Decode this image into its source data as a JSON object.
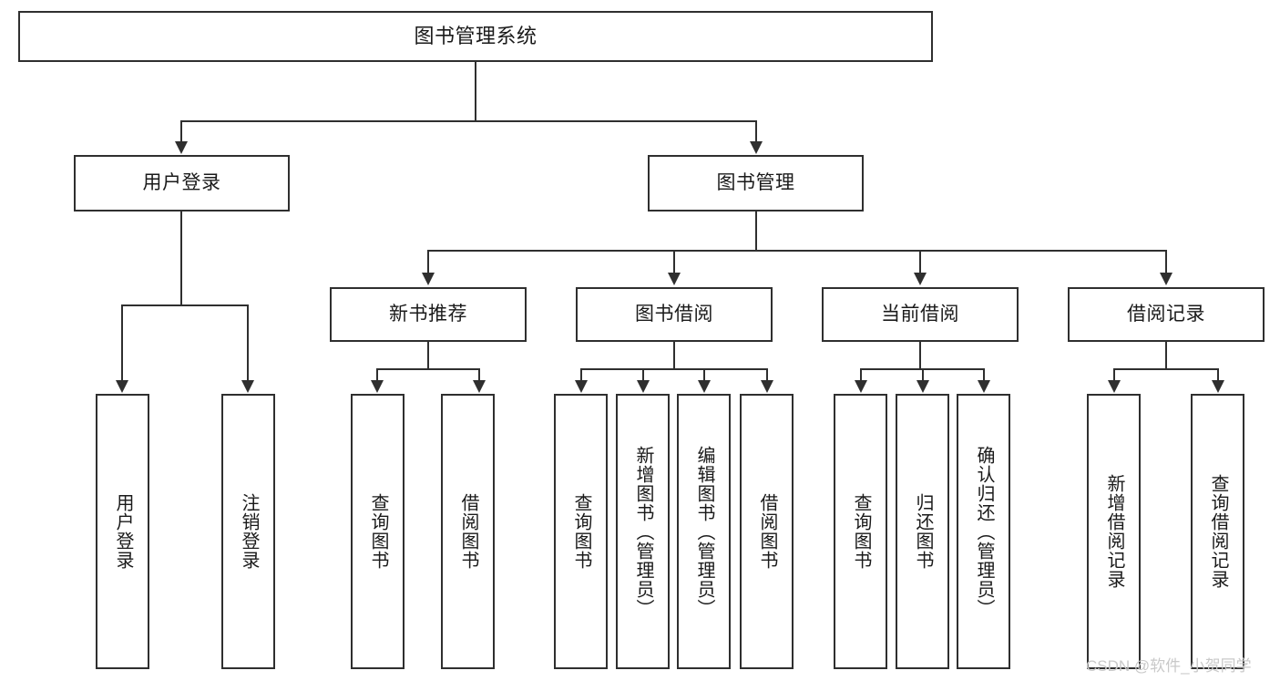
{
  "diagram": {
    "title": "图书管理系统",
    "type": "tree-hierarchy-diagram",
    "colors": {
      "stroke": "#2f2f2f",
      "fill": "#ffffff",
      "text": "#1a1a1a",
      "watermark": "#c9c9c9"
    },
    "levels": {
      "root": {
        "label": "图书管理系统"
      },
      "level2": [
        {
          "label": "用户登录"
        },
        {
          "label": "图书管理"
        }
      ],
      "level3": [
        {
          "label": "新书推荐"
        },
        {
          "label": "图书借阅"
        },
        {
          "label": "当前借阅"
        },
        {
          "label": "借阅记录"
        }
      ],
      "leaves_user_login": [
        {
          "label": "用户登录"
        },
        {
          "label": "注销登录"
        }
      ],
      "leaves_new_book": [
        {
          "label": "查询图书"
        },
        {
          "label": "借阅图书"
        }
      ],
      "leaves_borrow": [
        {
          "label": "查询图书"
        },
        {
          "label": "新增图书（管理员）"
        },
        {
          "label": "编辑图书（管理员）"
        },
        {
          "label": "借阅图书"
        }
      ],
      "leaves_current": [
        {
          "label": "查询图书"
        },
        {
          "label": "归还图书"
        },
        {
          "label": "确认归还（管理员）"
        }
      ],
      "leaves_records": [
        {
          "label": "新增借阅记录"
        },
        {
          "label": "查询借阅记录"
        }
      ]
    }
  },
  "watermark": {
    "text": "CSDN @软件_小贺同学"
  }
}
